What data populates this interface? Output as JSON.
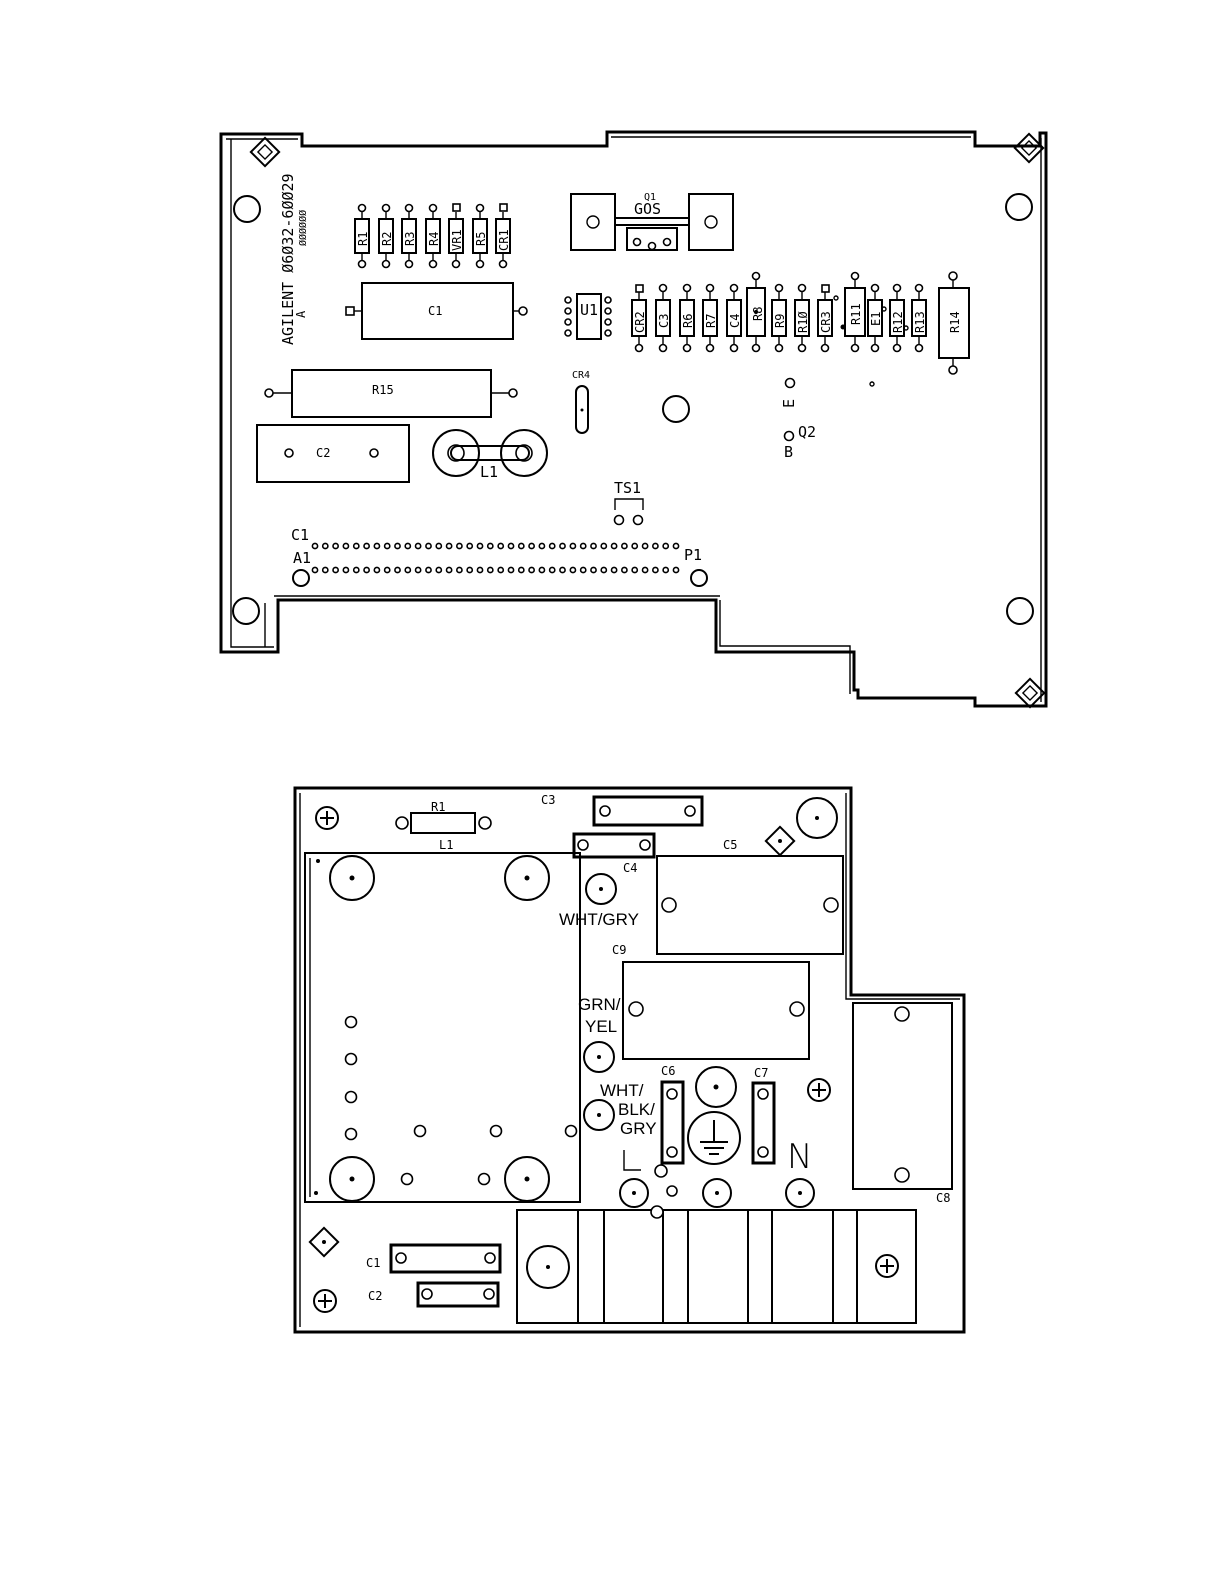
{
  "top_board": {
    "part_number": "AGILENT Ø6Ø32-6ØØ29",
    "revision": "A",
    "serial_marks": "ØØØØØØ",
    "resistor_row_left": [
      "R1",
      "R2",
      "R3",
      "R4",
      "VR1",
      "R5",
      "CR1"
    ],
    "resistor_row_right": [
      "CR2",
      "C3",
      "R6",
      "R7",
      "C4",
      "R8",
      "R9",
      "R1Ø",
      "CR3",
      "R11",
      "E1",
      "R12",
      "R13"
    ],
    "q1_ref": "Q1",
    "q1_label": "GOS",
    "c1_label": "C1",
    "u1_label": "U1",
    "r14_label": "R14",
    "r15_label": "R15",
    "cr4_label": "CR4",
    "c2_label": "C2",
    "l1_label": "L1",
    "e_label": "E",
    "q2_label": "Q2",
    "b_label": "B",
    "ts1_label": "TS1",
    "c1_conn_label": "C1",
    "a1_label": "A1",
    "p1_label": "P1"
  },
  "bottom_board": {
    "r1_label": "R1",
    "l1_label": "L1",
    "c3_label": "C3",
    "c4_label": "C4",
    "c5_label": "C5",
    "wht_gry": "WHT/GRY",
    "c9_label": "C9",
    "grn_label": "GRN/",
    "yel_label": "YEL",
    "c6_label": "C6",
    "c7_label": "C7",
    "wht_label": "WHT/",
    "blk_label": "BLK/",
    "gry_label": "GRY",
    "l_mark": "L",
    "n_mark": "N",
    "c8_label": "C8",
    "c1_label": "C1",
    "c2_label": "C2"
  }
}
